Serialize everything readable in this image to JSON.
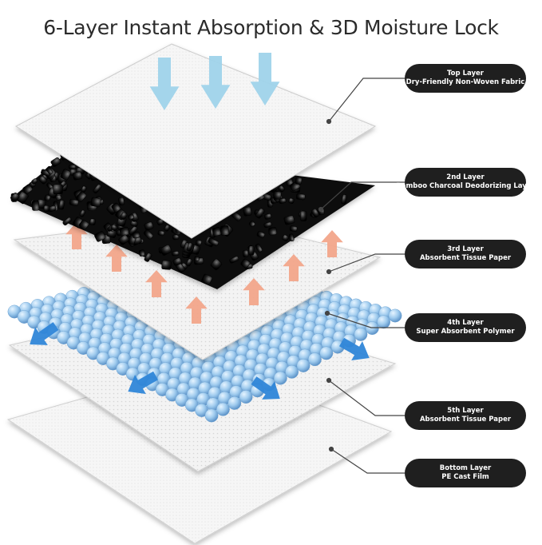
{
  "title": "6-Layer Instant Absorption & 3D Moisture Lock",
  "layers": [
    {
      "name": "Top Layer",
      "description": "Dry-Friendly Non-Woven Fabric"
    },
    {
      "name": "2nd Layer",
      "description": "Bamboo Charcoal Deodorizing Layer"
    },
    {
      "name": "3rd Layer",
      "description": "Absorbent Tissue Paper"
    },
    {
      "name": "4th Layer",
      "description": "Super Absorbent Polymer"
    },
    {
      "name": "5th Layer",
      "description": "Absorbent Tissue Paper"
    },
    {
      "name": "Bottom Layer",
      "description": "PE Cast Film"
    }
  ],
  "colors": {
    "label_bg": "#1f1f1f",
    "label_text": "#ffffff",
    "sheet": "#f2f2f2",
    "charcoal": "#111111",
    "polymer": "#8fc3e6",
    "down_arrow": "#9fd3ea",
    "up_arrow": "#f2a58a",
    "spread_arrow": "#2f86d8"
  }
}
